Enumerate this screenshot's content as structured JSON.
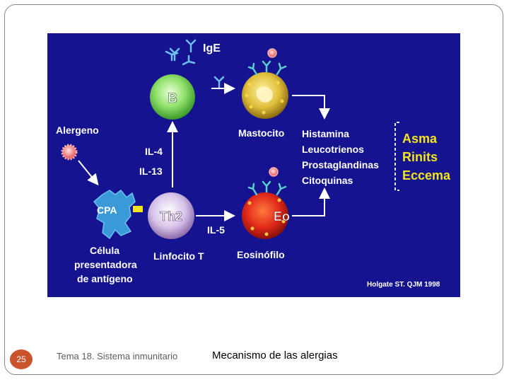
{
  "slide": {
    "page_number": "25",
    "footer_left": "Tema 18. Sistema inmunitario",
    "footer_center": "Mecanismo de las alergias"
  },
  "diagram": {
    "ige": "IgE",
    "b_cell": "B",
    "allergen": "Alergeno",
    "il4": "IL-4",
    "il13": "IL-13",
    "mast_cell": "Mastocito",
    "cpa": "CPA",
    "th2": "Th2",
    "eo": "Eo",
    "il5": "IL-5",
    "apc_caption": [
      "Célula",
      "presentadora",
      "de antígeno"
    ],
    "t_cell": "Linfocito T",
    "eosinophil": "Eosinófilo",
    "mediators": [
      "Histamina",
      "Leucotrienos",
      "Prostaglandinas",
      "Citoquinas"
    ],
    "diseases": [
      "Asma",
      "Rinits",
      "Eccema"
    ],
    "citation": "Holgate ST. QJM 1998"
  },
  "colors": {
    "background": "#15138f",
    "diseases": "#f2e51a",
    "badge": "#c9532c"
  }
}
